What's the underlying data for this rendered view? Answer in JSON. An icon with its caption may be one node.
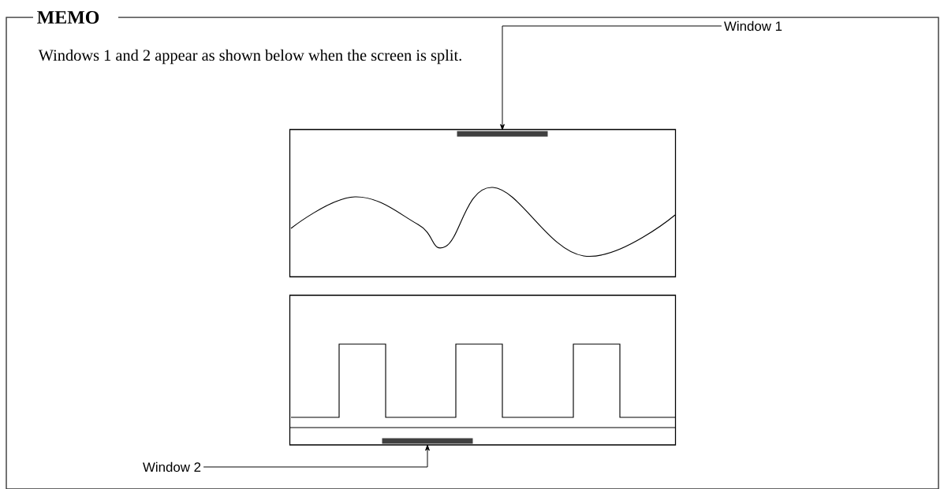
{
  "diagram": {
    "nodes": [
      {
        "text": [
          "MEMO",
          "Windows 1 and 2 appear as shown below when the screen is split."
        ]
      },
      {
        "text": [],
        "shape": "box",
        "in": 0
      },
      {
        "text": [],
        "shape": "box",
        "in": 0
      },
      {
        "text": [
          "Window 1"
        ],
        "in": 0
      },
      {
        "text": [],
        "shape": "bar",
        "in": 1
      },
      {
        "text": [
          "Window 2"
        ],
        "in": 0
      },
      {
        "text": [],
        "shape": "bar",
        "in": 2
      }
    ],
    "edges": [
      {
        "from": 3,
        "to": 4,
        "arrow": "to"
      },
      {
        "from": 5,
        "to": 6,
        "arrow": "to"
      }
    ]
  }
}
